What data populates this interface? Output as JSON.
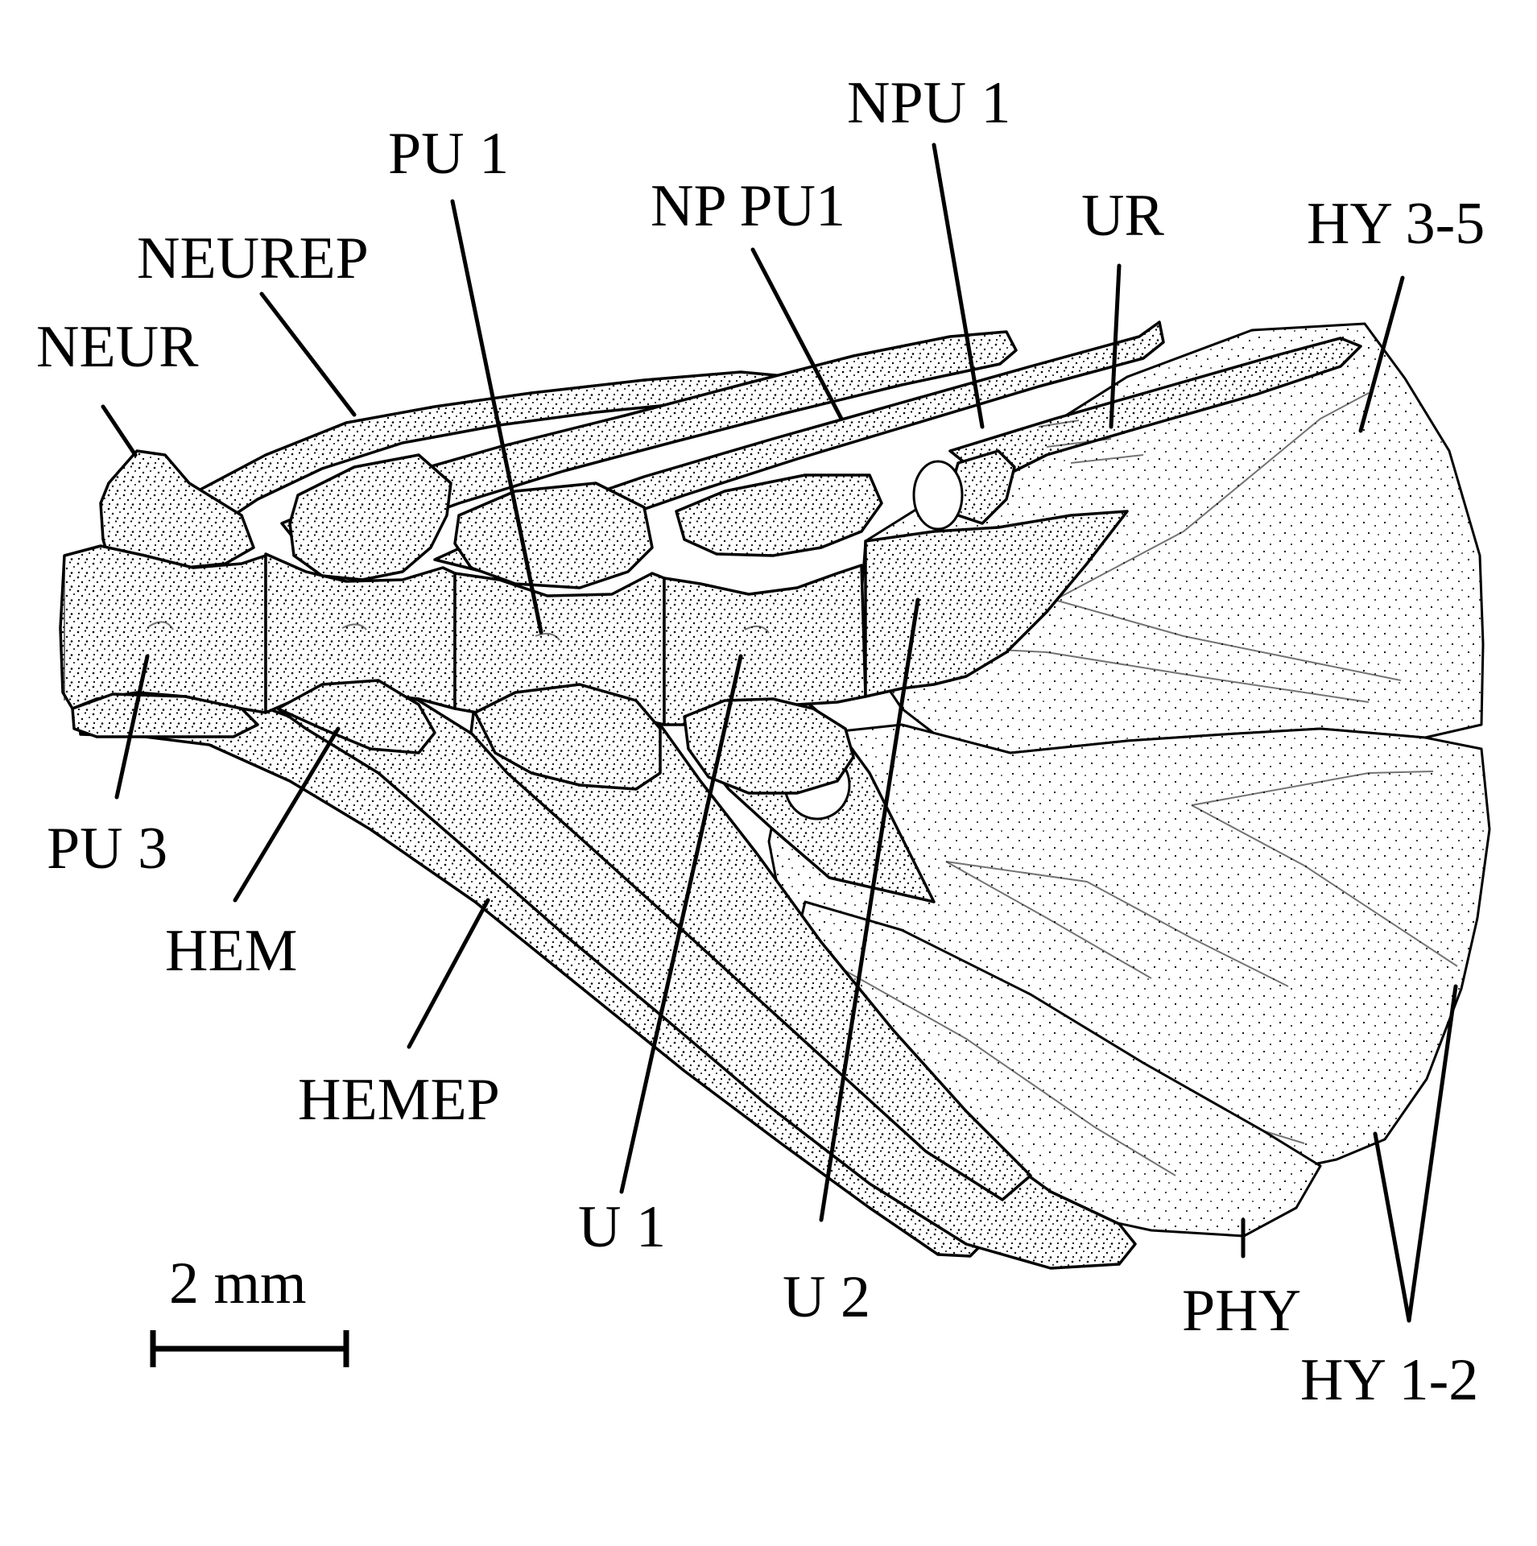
{
  "labels": {
    "neur": "NEUR",
    "neurep": "NEUREP",
    "pu1": "PU 1",
    "np_pu1": "NP PU1",
    "npu1": "NPU 1",
    "ur": "UR",
    "hy35": "HY 3-5",
    "pu3": "PU 3",
    "hem": "HEM",
    "hemep": "HEMEP",
    "u1": "U 1",
    "u2": "U 2",
    "phy": "PHY",
    "hy12": "HY 1-2"
  },
  "scale_bar": {
    "label": "2 mm"
  }
}
